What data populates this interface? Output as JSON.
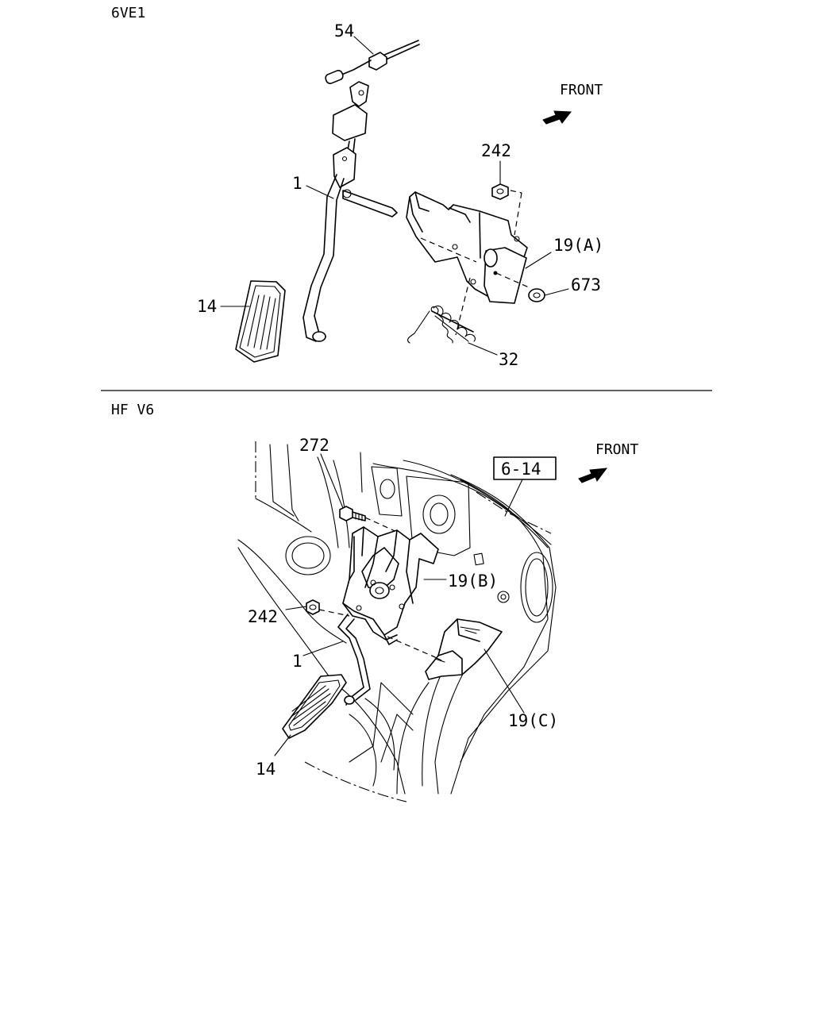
{
  "sections": [
    {
      "variant_label": "6VE1",
      "front_label": "FRONT",
      "callouts": {
        "c54": "54",
        "c242": "242",
        "c1": "1",
        "c19a": "19(A)",
        "c673": "673",
        "c14": "14",
        "c32": "32"
      }
    },
    {
      "variant_label": "HF V6",
      "front_label": "FRONT",
      "reference_box": "6-14",
      "callouts": {
        "c272": "272",
        "c19b": "19(B)",
        "c242": "242",
        "c1": "1",
        "c19c": "19(C)",
        "c14": "14"
      }
    }
  ],
  "icons": {
    "front_arrow": "front-arrow-icon"
  }
}
